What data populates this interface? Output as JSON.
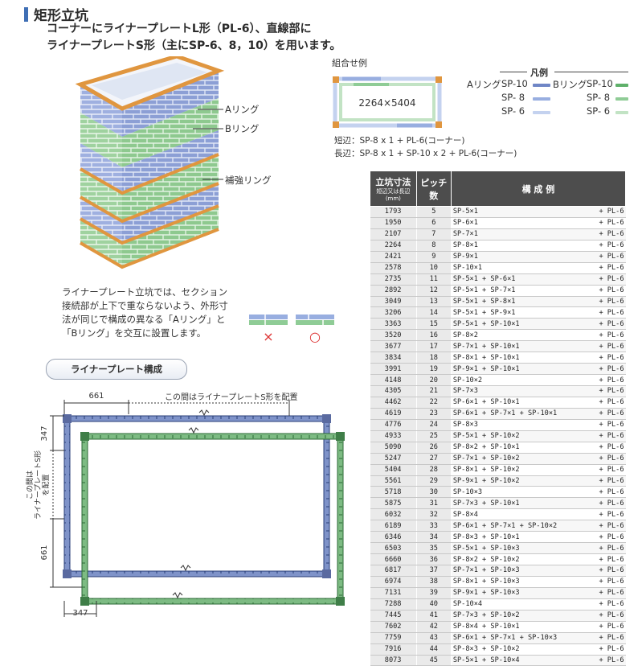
{
  "header": {
    "title": "矩形立坑",
    "subtitle_line1": "コーナーにライナープレートL形（PL-6）、直線部に",
    "subtitle_line2": "ライナープレートS形（主にSP-6、8，10）を用います。"
  },
  "illustration": {
    "label_a_ring": "Aリング",
    "label_b_ring": "Bリング",
    "label_reinforce": "補強リング"
  },
  "combination": {
    "label": "組合せ例",
    "size": "2264×5404",
    "short_side": "短辺：SP-8 x 1 + PL-6(コーナー)",
    "long_side": "長辺：SP-8 x 1 + SP-10 x 2 + PL-6(コーナー)"
  },
  "legend": {
    "title": "凡例",
    "a_ring": "Aリング",
    "b_ring": "Bリング",
    "items_a": [
      "SP-10",
      "SP-  8",
      "SP-  6"
    ],
    "items_b": [
      "SP-10",
      "SP-  8",
      "SP-  6"
    ],
    "colors": {
      "a10": "#6f86c6",
      "a8": "#98aee0",
      "a6": "#c4d2ef",
      "b10": "#5fb06a",
      "b8": "#8fcc96",
      "b6": "#c2e3c4"
    }
  },
  "description": {
    "line1": "ライナープレート立坑では、セクション",
    "line2": "接続部が上下で重ならないよう、外形寸",
    "line3": "法が同じで構成の異なる「Aリング」と",
    "line4": "「Bリング」を交互に設置します。",
    "mark_wrong": "×",
    "mark_right": "○"
  },
  "configuration": {
    "label": "ライナープレート構成",
    "dim_top": "661",
    "note_top": "この間はライナープレートS形を配置",
    "dim_left_top": "347",
    "note_left_1": "この間は",
    "note_left_2": "ライナープレートS形",
    "note_left_3": "を配置",
    "dim_left_bottom": "661",
    "dim_bottom": "347"
  },
  "table": {
    "headers": {
      "size": "立坑寸法",
      "size_sub1": "短辺又は長辺",
      "size_sub2": "(mm)",
      "pitch": "ピッチ数",
      "composition": "構 成 例"
    },
    "rows": [
      [
        "1793",
        "5",
        "SP-5×1",
        "+ PL-6"
      ],
      [
        "1950",
        "6",
        "SP-6×1",
        "+ PL-6"
      ],
      [
        "2107",
        "7",
        "SP-7×1",
        "+ PL-6"
      ],
      [
        "2264",
        "8",
        "SP-8×1",
        "+ PL-6"
      ],
      [
        "2421",
        "9",
        "SP-9×1",
        "+ PL-6"
      ],
      [
        "2578",
        "10",
        "SP-10×1",
        "+ PL-6"
      ],
      [
        "2735",
        "11",
        "SP-5×1 + SP-6×1",
        "+ PL-6"
      ],
      [
        "2892",
        "12",
        "SP-5×1 + SP-7×1",
        "+ PL-6"
      ],
      [
        "3049",
        "13",
        "SP-5×1 + SP-8×1",
        "+ PL-6"
      ],
      [
        "3206",
        "14",
        "SP-5×1 + SP-9×1",
        "+ PL-6"
      ],
      [
        "3363",
        "15",
        "SP-5×1 + SP-10×1",
        "+ PL-6"
      ],
      [
        "3520",
        "16",
        "SP-8×2",
        "+ PL-6"
      ],
      [
        "3677",
        "17",
        "SP-7×1 + SP-10×1",
        "+ PL-6"
      ],
      [
        "3834",
        "18",
        "SP-8×1 + SP-10×1",
        "+ PL-6"
      ],
      [
        "3991",
        "19",
        "SP-9×1 + SP-10×1",
        "+ PL-6"
      ],
      [
        "4148",
        "20",
        "SP-10×2",
        "+ PL-6"
      ],
      [
        "4305",
        "21",
        "SP-7×3",
        "+ PL-6"
      ],
      [
        "4462",
        "22",
        "SP-6×1 + SP-10×1",
        "+ PL-6"
      ],
      [
        "4619",
        "23",
        "SP-6×1 + SP-7×1 + SP-10×1",
        "+ PL-6"
      ],
      [
        "4776",
        "24",
        "SP-8×3",
        "+ PL-6"
      ],
      [
        "4933",
        "25",
        "SP-5×1 + SP-10×2",
        "+ PL-6"
      ],
      [
        "5090",
        "26",
        "SP-8×2 + SP-10×1",
        "+ PL-6"
      ],
      [
        "5247",
        "27",
        "SP-7×1 + SP-10×2",
        "+ PL-6"
      ],
      [
        "5404",
        "28",
        "SP-8×1 + SP-10×2",
        "+ PL-6"
      ],
      [
        "5561",
        "29",
        "SP-9×1 + SP-10×2",
        "+ PL-6"
      ],
      [
        "5718",
        "30",
        "SP-10×3",
        "+ PL-6"
      ],
      [
        "5875",
        "31",
        "SP-7×3 + SP-10×1",
        "+ PL-6"
      ],
      [
        "6032",
        "32",
        "SP-8×4",
        "+ PL-6"
      ],
      [
        "6189",
        "33",
        "SP-6×1 + SP-7×1 + SP-10×2",
        "+ PL-6"
      ],
      [
        "6346",
        "34",
        "SP-8×3 + SP-10×1",
        "+ PL-6"
      ],
      [
        "6503",
        "35",
        "SP-5×1 + SP-10×3",
        "+ PL-6"
      ],
      [
        "6660",
        "36",
        "SP-8×2 + SP-10×2",
        "+ PL-6"
      ],
      [
        "6817",
        "37",
        "SP-7×1 + SP-10×3",
        "+ PL-6"
      ],
      [
        "6974",
        "38",
        "SP-8×1 + SP-10×3",
        "+ PL-6"
      ],
      [
        "7131",
        "39",
        "SP-9×1 + SP-10×3",
        "+ PL-6"
      ],
      [
        "7288",
        "40",
        "SP-10×4",
        "+ PL-6"
      ],
      [
        "7445",
        "41",
        "SP-7×3 + SP-10×2",
        "+ PL-6"
      ],
      [
        "7602",
        "42",
        "SP-8×4 + SP-10×1",
        "+ PL-6"
      ],
      [
        "7759",
        "43",
        "SP-6×1 + SP-7×1 + SP-10×3",
        "+ PL-6"
      ],
      [
        "7916",
        "44",
        "SP-8×3 + SP-10×2",
        "+ PL-6"
      ],
      [
        "8073",
        "45",
        "SP-5×1 + SP-10×4",
        "+ PL-6"
      ]
    ]
  }
}
